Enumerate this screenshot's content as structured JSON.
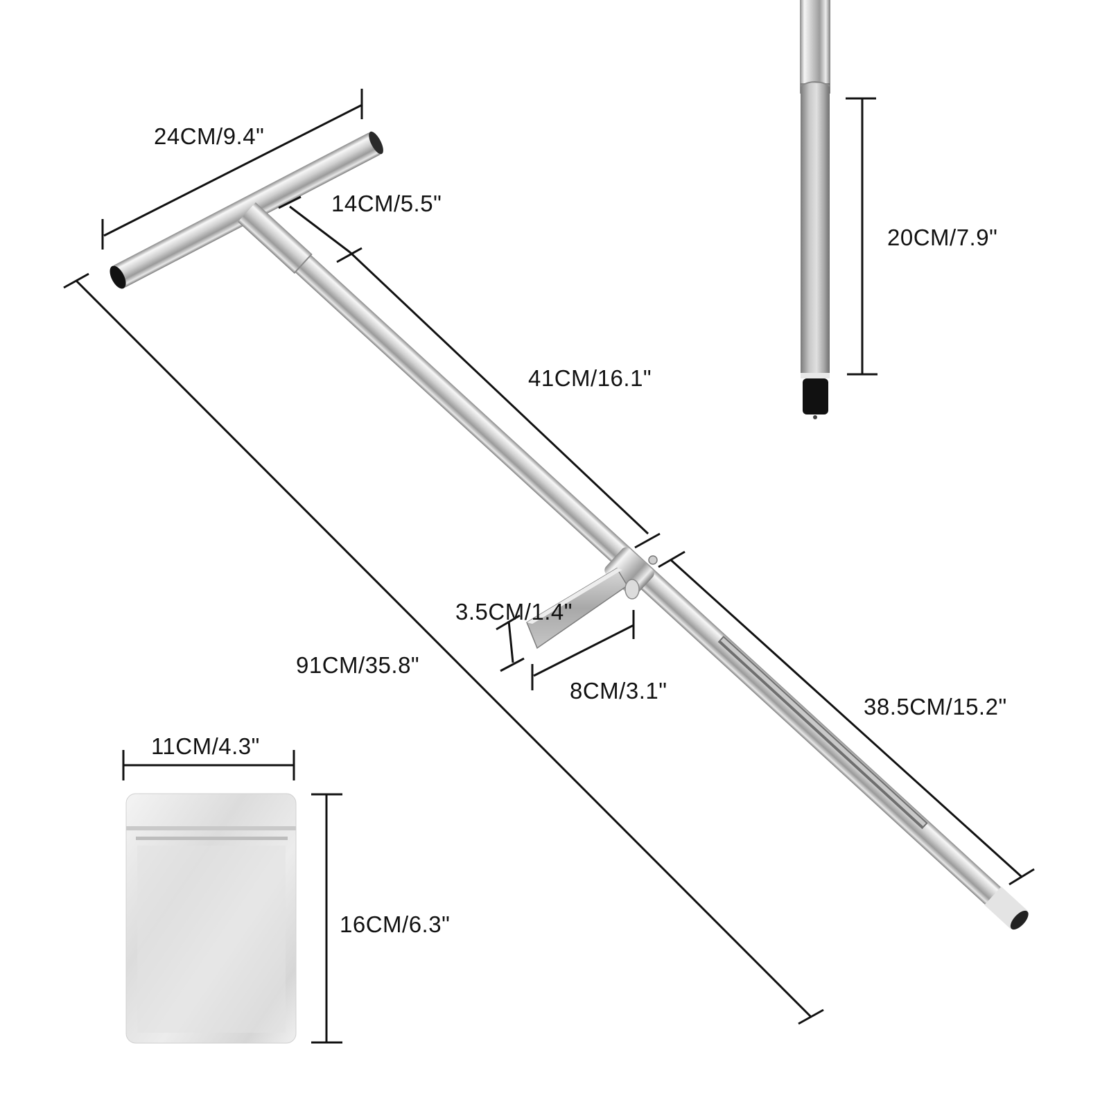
{
  "diagram": {
    "subject": "Stainless steel soil sampler probe with T-handle, foot step, and sample bag",
    "colors": {
      "background": "#ffffff",
      "dimension_line": "#111111",
      "steel_light": "#f2f2f2",
      "steel_mid": "#bdbdbd",
      "steel_dark": "#6e6e6e",
      "rubber_cap": "#111111",
      "foil_bag": "#e6e6e6"
    },
    "dimensions": {
      "handle_width": "24CM/9.4\"",
      "handle_to_joint": "14CM/5.5\"",
      "upper_shaft": "41CM/16.1\"",
      "total_length": "91CM/35.8\"",
      "foot_step_height": "3.5CM/1.4\"",
      "foot_step_length": "8CM/3.1\"",
      "sampling_tube": "38.5CM/15.2\"",
      "detail_slot_length": "20CM/7.9\"",
      "bag_width": "11CM/4.3\"",
      "bag_height": "16CM/6.3\""
    },
    "components": [
      "T-handle",
      "upper shaft",
      "foot step",
      "sampling tube with side slot",
      "detail view of slotted tube with black cap",
      "foil zipper sample bag"
    ]
  }
}
